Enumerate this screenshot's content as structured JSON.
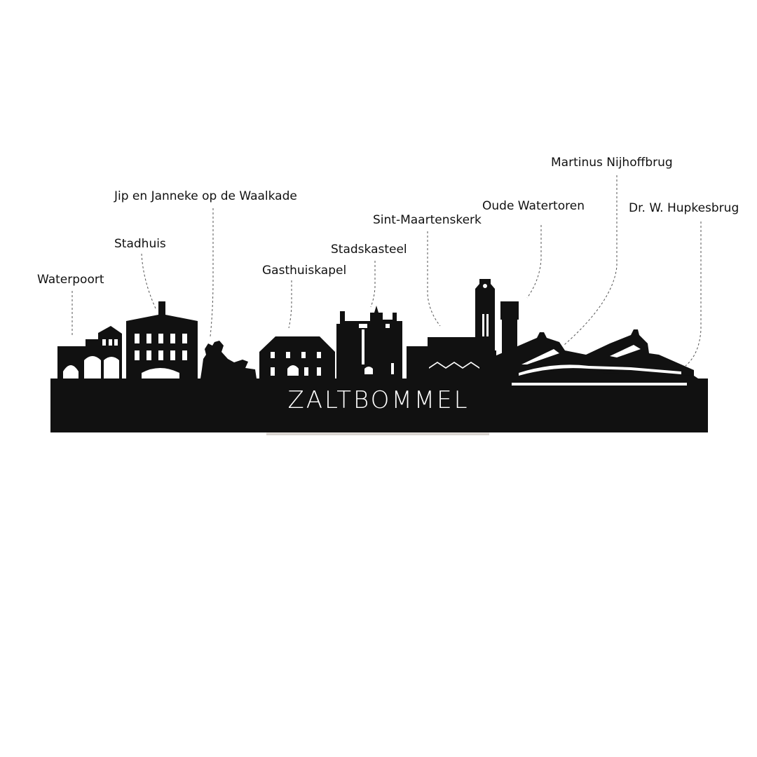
{
  "city": "ZALTBOMMEL",
  "colors": {
    "silhouette": "#111111",
    "background": "#ffffff",
    "stand": "#ede9e6",
    "leader": "#555555"
  },
  "landmarks": [
    {
      "key": "waterpoort",
      "label": "Waterpoort"
    },
    {
      "key": "stadhuis",
      "label": "Stadhuis"
    },
    {
      "key": "jip-janneke",
      "label": "Jip en Janneke op de Waalkade"
    },
    {
      "key": "gasthuiskapel",
      "label": "Gasthuiskapel"
    },
    {
      "key": "stadskasteel",
      "label": "Stadskasteel"
    },
    {
      "key": "sint-maartenskerk",
      "label": "Sint-Maartenskerk"
    },
    {
      "key": "oude-watertoren",
      "label": "Oude Watertoren"
    },
    {
      "key": "martinus-nijhoffbrug",
      "label": "Martinus Nijhoffbrug"
    },
    {
      "key": "hupkesbrug",
      "label": "Dr. W. Hupkesbrug"
    }
  ]
}
